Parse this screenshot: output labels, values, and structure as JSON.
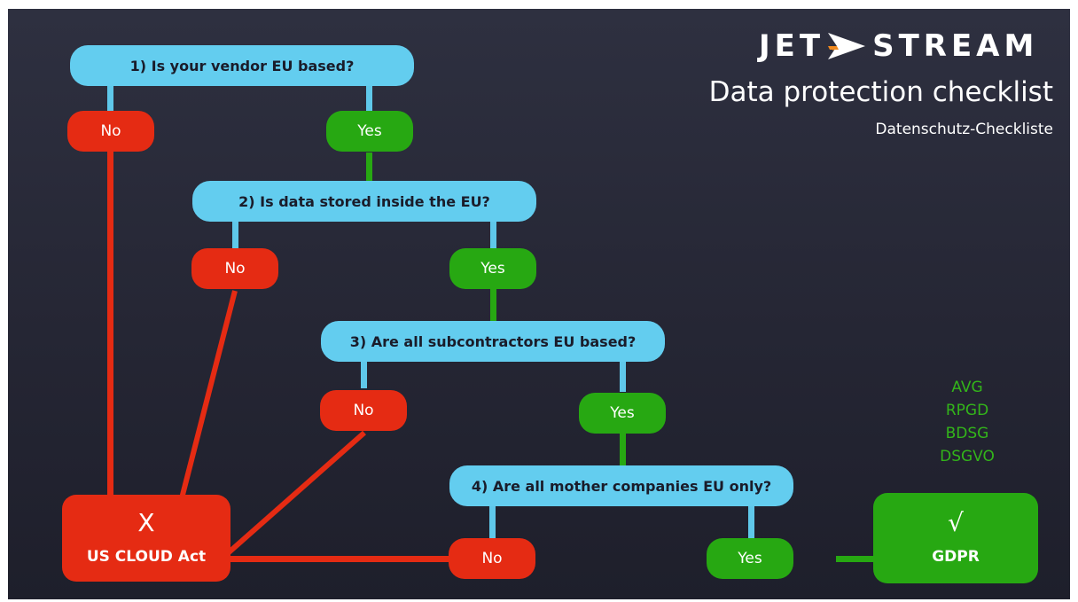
{
  "brand": {
    "word_left": "JET",
    "word_right": "STREAM",
    "icon": "arrow-plane-icon",
    "icon_colors": {
      "white": "#ffffff",
      "orange": "#f0891e"
    }
  },
  "header": {
    "title": "Data protection checklist",
    "subtitle": "Datenschutz-Checkliste"
  },
  "questions": [
    {
      "label": "1) Is your vendor EU based?"
    },
    {
      "label": "2) Is data stored inside the EU?"
    },
    {
      "label": "3) Are all subcontractors EU based?"
    },
    {
      "label": "4) Are all mother companies EU only?"
    }
  ],
  "answers": {
    "no": "No",
    "yes": "Yes"
  },
  "results": {
    "fail": {
      "symbol": "X",
      "label": "US CLOUD Act"
    },
    "pass": {
      "symbol": "√",
      "label": "GDPR"
    }
  },
  "laws": [
    "AVG",
    "RPGD",
    "BDSG",
    "DSGVO"
  ],
  "colors": {
    "background": "#272835",
    "question": "#63cdef",
    "no": "#e52b13",
    "yes": "#27a812",
    "law_text": "#33b51a"
  }
}
